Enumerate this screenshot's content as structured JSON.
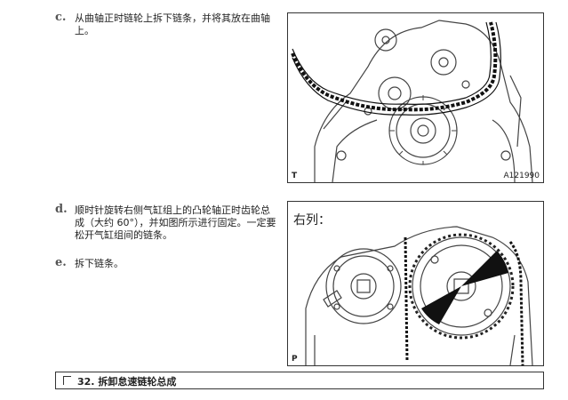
{
  "steps": [
    {
      "letter": "c.",
      "text": "从曲轴正时链轮上拆下链条，并将其放在曲轴上。"
    },
    {
      "letter": "d.",
      "text": "顺时针旋转右侧气缸组上的凸轮轴正时齿轮总成（大约 60°），并如图所示进行固定。一定要松开气缸组间的链条。"
    },
    {
      "letter": "e.",
      "text": "拆下链条。"
    }
  ],
  "figures": {
    "top": {
      "corner": "T",
      "code": "A121990"
    },
    "bottom": {
      "corner": "P",
      "label": "右列："
    }
  },
  "section": {
    "title": "32. 拆卸怠速链轮总成"
  }
}
